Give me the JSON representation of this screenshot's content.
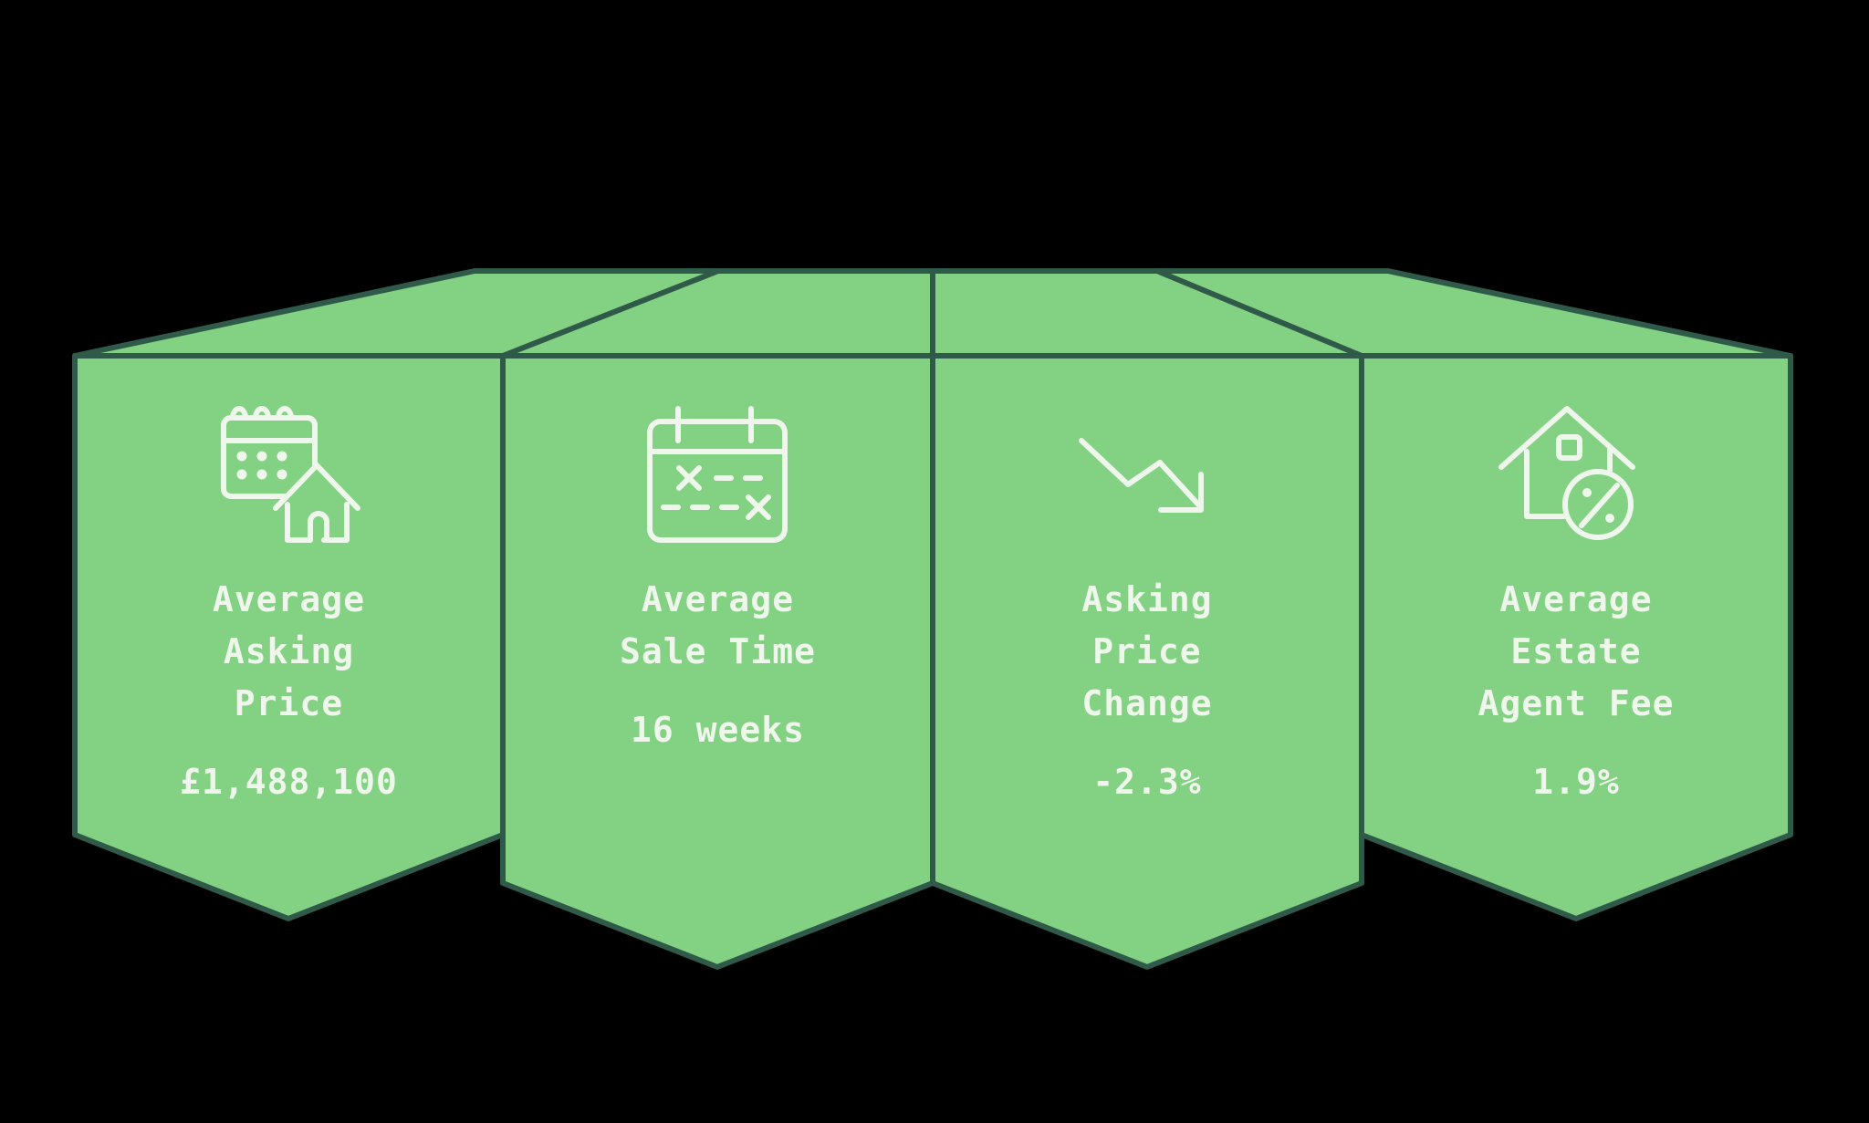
{
  "colors": {
    "background": "#000000",
    "panel_fill": "#83d182",
    "panel_stroke": "#2f5948",
    "icon_color": "#eff6ec",
    "text_color": "#eff6ec"
  },
  "panels": [
    {
      "id": "average-asking-price",
      "icon": "calendar-house-icon",
      "title_lines": [
        "Average",
        "Asking",
        "Price"
      ],
      "value": "£1,488,100"
    },
    {
      "id": "average-sale-time",
      "icon": "calendar-crossed-dates-icon",
      "title_lines": [
        "Average",
        "Sale Time"
      ],
      "value": "16 weeks"
    },
    {
      "id": "asking-price-change",
      "icon": "trend-down-arrow-icon",
      "title_lines": [
        "Asking",
        "Price",
        "Change"
      ],
      "value": "-2.3%"
    },
    {
      "id": "average-estate-agent-fee",
      "icon": "house-percent-icon",
      "title_lines": [
        "Average",
        "Estate",
        "Agent Fee"
      ],
      "value": "1.9%"
    }
  ]
}
